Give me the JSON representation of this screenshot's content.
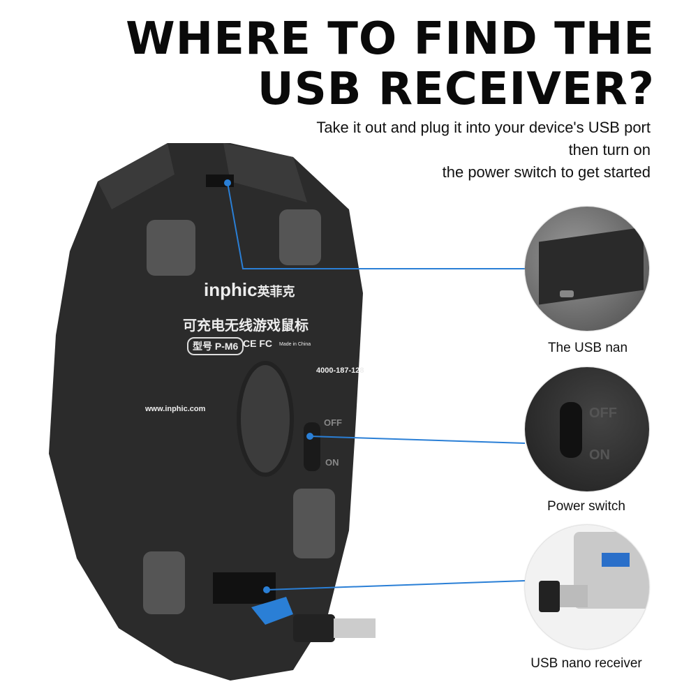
{
  "heading": {
    "line1": "WHERE TO FIND THE",
    "line2": "USB RECEIVER?"
  },
  "instructions": [
    "Take it out and plug it into your device's USB port",
    "then turn on",
    "the power switch to get started"
  ],
  "callouts": [
    {
      "label": "The USB nan"
    },
    {
      "label": "Power switch"
    },
    {
      "label": "USB nano receiver"
    }
  ],
  "mouse_labels": {
    "brand": "inphic",
    "brand_cn": "英菲克",
    "product_cn": "可充电无线游戏鼠标",
    "model": "型号 P-M6",
    "certs": "CE FC",
    "made_in": "Made in China",
    "phone": "4000-187-128",
    "website": "www.inphic.com",
    "switch_off": "OFF",
    "switch_on": "ON"
  },
  "colors": {
    "accent": "#2a7fd6",
    "mouse_body": "#2b2b2b"
  }
}
